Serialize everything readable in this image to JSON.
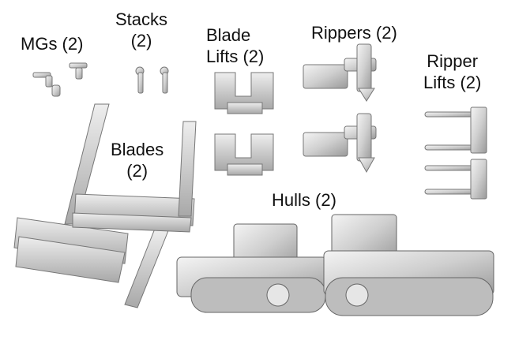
{
  "labels": {
    "mgs": "MGs (2)",
    "stacks_line1": "Stacks",
    "stacks_line2": "(2)",
    "blade_lifts_line1": "Blade",
    "blade_lifts_line2": "Lifts (2)",
    "rippers": "Rippers (2)",
    "ripper_lifts_line1": "Ripper",
    "ripper_lifts_line2": "Lifts (2)",
    "blades_line1": "Blades",
    "blades_line2": "(2)",
    "hulls": "Hulls (2)"
  }
}
